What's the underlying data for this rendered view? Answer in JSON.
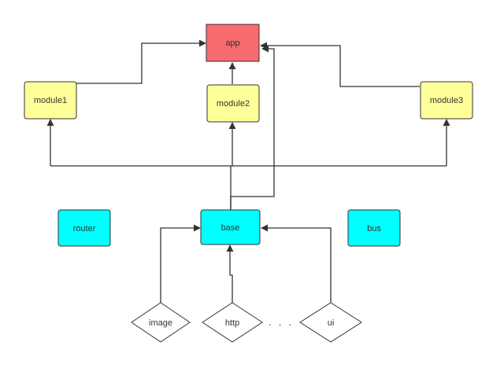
{
  "colors": {
    "app": "#f86b6e",
    "module": "#ffff99",
    "core": "#00ffff",
    "line": "#333333",
    "border": "#333333",
    "diamond": "#ffffff"
  },
  "nodes": {
    "app": "app",
    "module1": "module1",
    "module2": "module2",
    "module3": "module3",
    "router": "router",
    "base": "base",
    "bus": "bus",
    "image": "image",
    "http": "http",
    "ui": "ui",
    "ellipsis": ". . ."
  }
}
